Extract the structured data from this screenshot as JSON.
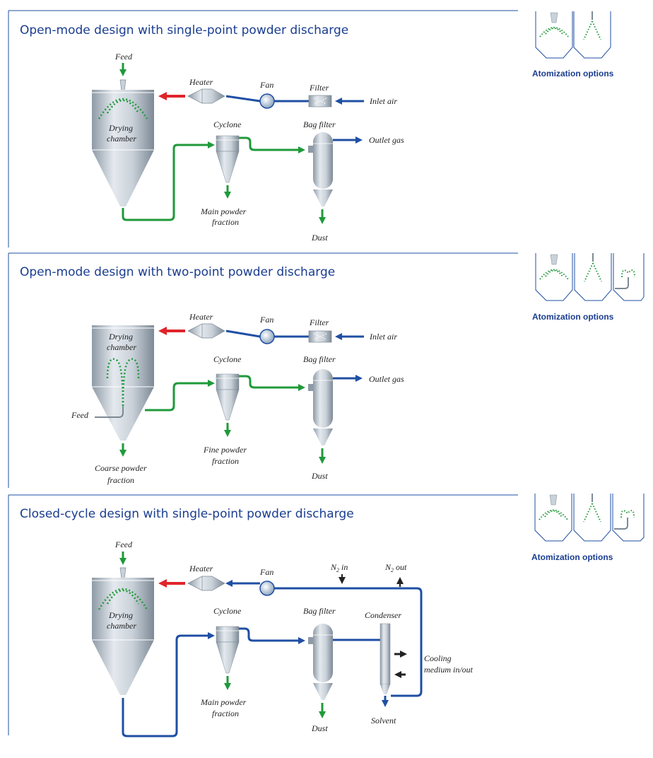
{
  "colors": {
    "title": "#1a3d8f",
    "blue_line": "#1f4fa3",
    "green_line": "#1f9a3a",
    "red_line": "#e0252b",
    "black_arrow": "#222222",
    "steel": "#b9c3cd"
  },
  "sections": [
    {
      "title": "Open-mode design with single-point powder discharge",
      "labels": {
        "feed": "Feed",
        "heater": "Heater",
        "fan": "Fan",
        "filter": "Filter",
        "inlet_air": "Inlet air",
        "drying": "Drying",
        "chamber": "chamber",
        "cyclone": "Cyclone",
        "bag_filter": "Bag filter",
        "outlet_gas": "Outlet gas",
        "main_powder": "Main powder",
        "fraction": "fraction",
        "dust": "Dust"
      },
      "atomization_label": "Atomization options"
    },
    {
      "title": "Open-mode design with two-point powder discharge",
      "labels": {
        "heater": "Heater",
        "fan": "Fan",
        "filter": "Filter",
        "inlet_air": "Inlet air",
        "drying": "Drying",
        "chamber": "chamber",
        "cyclone": "Cyclone",
        "bag_filter": "Bag filter",
        "outlet_gas": "Outlet gas",
        "feed": "Feed",
        "fine_powder": "Fine powder",
        "fine_fraction": "fraction",
        "coarse_powder": "Coarse powder",
        "coarse_fraction": "fraction",
        "dust": "Dust"
      },
      "atomization_label": "Atomization options"
    },
    {
      "title": "Closed-cycle design with single-point powder discharge",
      "labels": {
        "feed": "Feed",
        "heater": "Heater",
        "fan": "Fan",
        "n2_in": "N",
        "n2_in_sub": "2",
        "n2_in_suffix": " in",
        "n2_out": "N",
        "n2_out_sub": "2",
        "n2_out_suffix": " out",
        "drying": "Drying",
        "chamber": "chamber",
        "cyclone": "Cyclone",
        "bag_filter": "Bag filter",
        "condenser": "Condenser",
        "cooling": "Cooling",
        "medium": "medium in/out",
        "main_powder": "Main powder",
        "fraction": "fraction",
        "dust": "Dust",
        "solvent": "Solvent"
      },
      "atomization_label": "Atomization options"
    }
  ]
}
